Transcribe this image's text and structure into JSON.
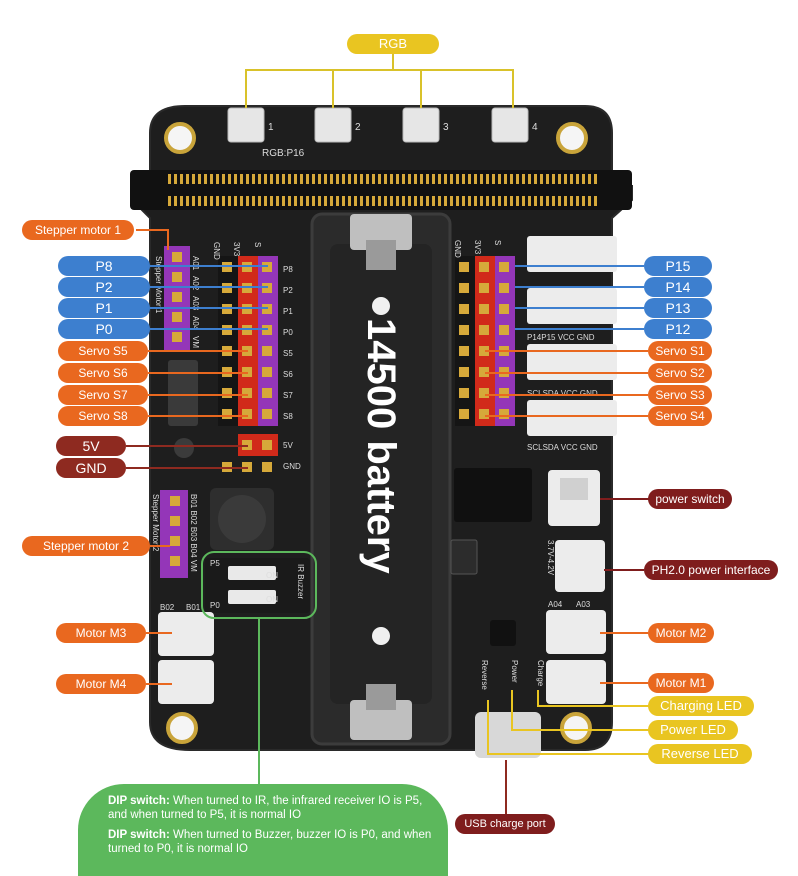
{
  "top": {
    "rgb": "RGB",
    "rgb_pin": "RGB:P16",
    "led_nums": [
      "1",
      "2",
      "3",
      "4"
    ]
  },
  "battery": {
    "label": "14500 battery"
  },
  "left_labels": {
    "stepper1": "Stepper motor 1",
    "p8": "P8",
    "p2": "P2",
    "p1": "P1",
    "p0": "P0",
    "s5": "Servo S5",
    "s6": "Servo S6",
    "s7": "Servo S7",
    "s8": "Servo S8",
    "v5": "5V",
    "gnd": "GND",
    "stepper2": "Stepper motor 2",
    "m3": "Motor M3",
    "m4": "Motor M4"
  },
  "right_labels": {
    "p15": "P15",
    "p14": "P14",
    "p13": "P13",
    "p12": "P12",
    "s1": "Servo S1",
    "s2": "Servo S2",
    "s3": "Servo S3",
    "s4": "Servo S4",
    "power_switch": "power switch",
    "ph20": "PH2.0 power interface",
    "m2": "Motor M2",
    "m1": "Motor M1",
    "charging_led": "Charging LED",
    "power_led": "Power LED",
    "reverse_led": "Reverse LED"
  },
  "bottom": {
    "usb": "USB charge port",
    "dip1_title": "DIP switch:",
    "dip1_body": "When turned to IR, the infrared receiver IO is P5, and when turned to P5, it is normal IO",
    "dip2_title": "DIP switch:",
    "dip2_body": "When turned to Buzzer, buzzer IO is P0, and when turned to P0, it is normal IO"
  },
  "silk": {
    "gnd": "GND",
    "v3": "3V3",
    "s": "S",
    "pins_left": [
      "P8",
      "P2",
      "P1",
      "P0",
      "S5",
      "S6",
      "S7",
      "S8"
    ],
    "v5": "5V",
    "gnd_row": "GND",
    "stepper1": "Stepper Motor 1",
    "a_pins": [
      "A01",
      "A02",
      "A03",
      "A04",
      "VM"
    ],
    "stepper2": "Stepper Motor 2",
    "b_pins": "B01 B02 B03 B04 VM",
    "b01": "B01",
    "b02": "B02",
    "a03": "A03",
    "a04": "A04",
    "p5": "P5",
    "p0": "P0",
    "on": "ON",
    "ir_buzzer": "IR Buzzer",
    "i2c_rows": [
      "P14P15 VCC GND",
      "SCLSDA VCC GND",
      "SCLSDA VCC GND"
    ],
    "ph_volt": "3.7V-4.2V",
    "led_marks": [
      "Reverse",
      "Power",
      "Charge"
    ]
  },
  "colors": {
    "board": "#1f1f1f",
    "pin_gold": "#d6a93a",
    "header_red": "#d12a1a",
    "header_purple": "#9436b8",
    "connector": "#e8e8e8",
    "blue": "#3d7fcf",
    "orange": "#e9681f",
    "yellow": "#e9c521",
    "green": "#5cb85c"
  }
}
